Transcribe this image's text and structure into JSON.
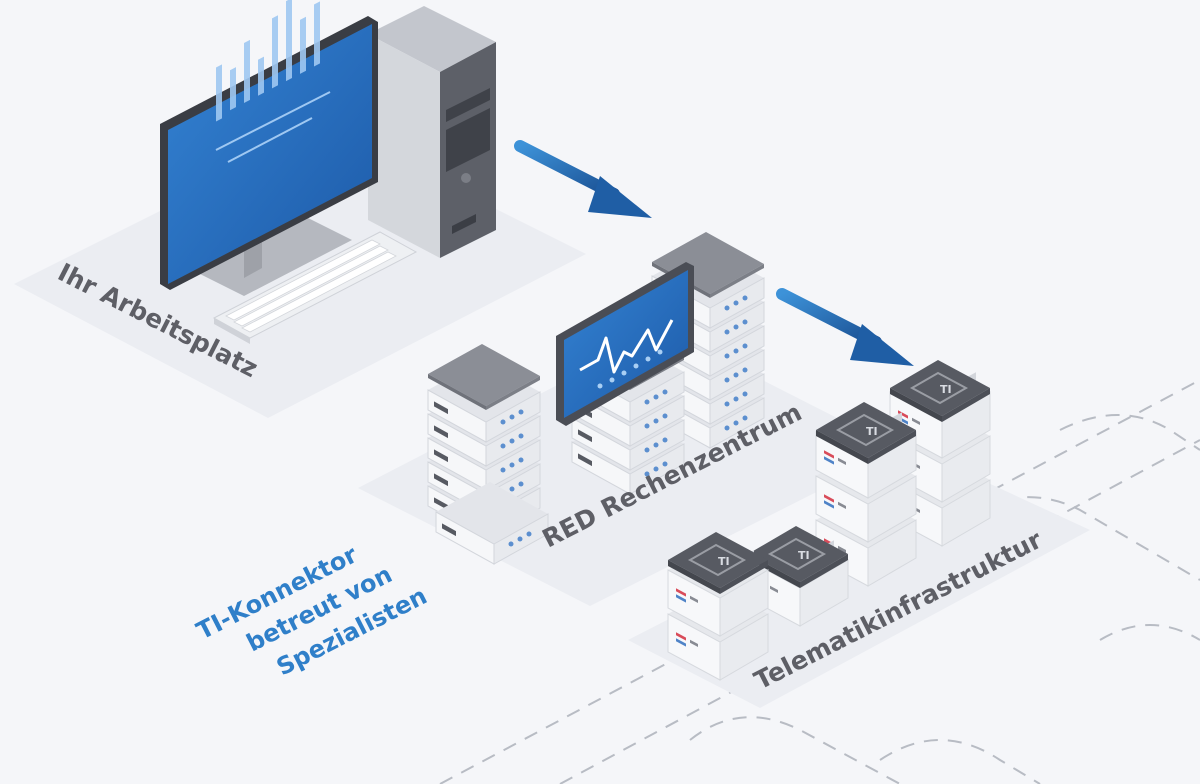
{
  "labels": {
    "workstation": "Ihr Arbeitsplatz",
    "datacenter": "RED Rechenzentrum",
    "telematik": "Telematikinfrastruktur",
    "connector_line1": "TI-Konnektor",
    "connector_line2": "betreut von",
    "connector_line3": "Spezialisten",
    "box_tag": "TI"
  },
  "icons": {
    "workstation": "desktop-computer-icon",
    "datacenter": "server-rack-icon",
    "telematik": "ti-server-icon",
    "flow": "arrow-icon"
  },
  "colors": {
    "background": "#f5f6f9",
    "platform": "#eceef3",
    "accent_blue": "#2f7fc9",
    "arrow_dark": "#1f5ea5",
    "label_gray": "#5e5f66",
    "server_dark": "#555860",
    "screen_blue": "#2a6fc4",
    "dashed_line": "#b8bcc4"
  }
}
